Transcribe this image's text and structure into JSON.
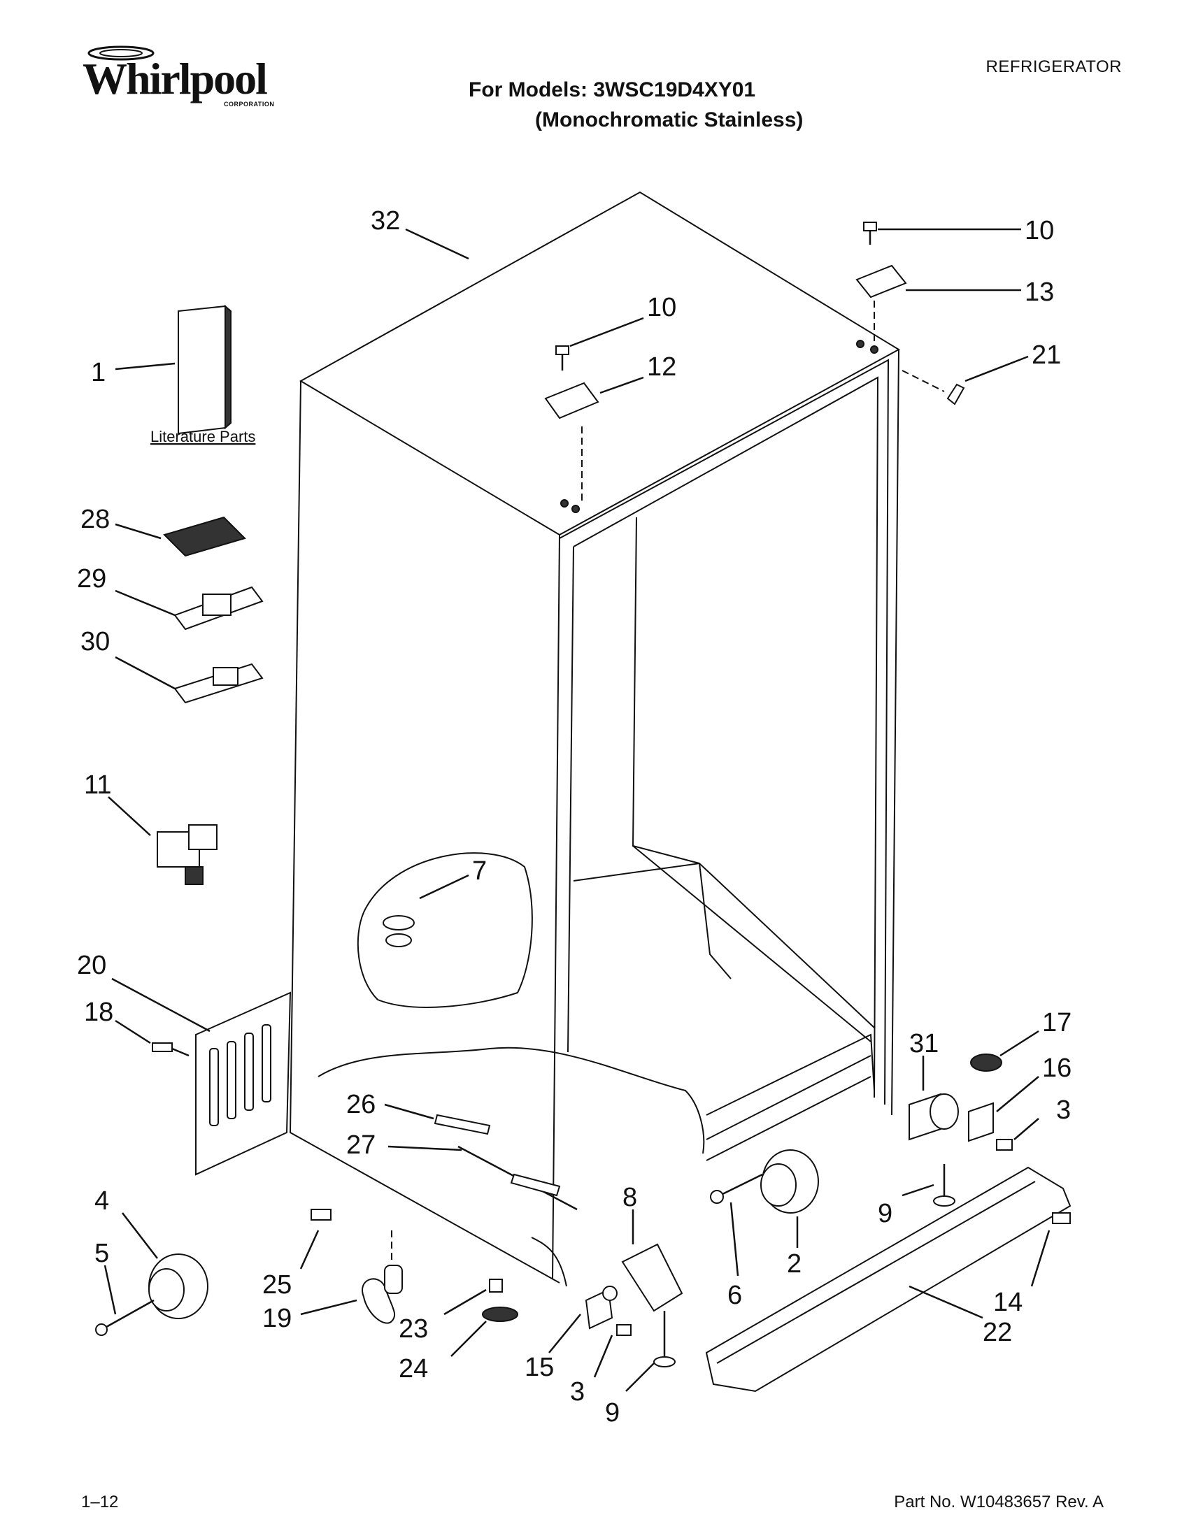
{
  "header": {
    "brand": "Whirlpool",
    "brand_sub": "CORPORATION",
    "category": "REFRIGERATOR",
    "models_line": "For Models: 3WSC19D4XY01",
    "variant_line": "(Monochromatic Stainless)"
  },
  "footer": {
    "page": "1–12",
    "part_no": "Part No. W10483657 Rev. A"
  },
  "literature_label": "Literature Parts",
  "callouts": [
    "32",
    "10",
    "13",
    "10",
    "12",
    "21",
    "1",
    "28",
    "29",
    "30",
    "11",
    "7",
    "20",
    "18",
    "26",
    "27",
    "31",
    "17",
    "16",
    "3",
    "4",
    "5",
    "8",
    "9",
    "2",
    "25",
    "19",
    "23",
    "24",
    "15",
    "6",
    "14",
    "22",
    "3",
    "9"
  ]
}
